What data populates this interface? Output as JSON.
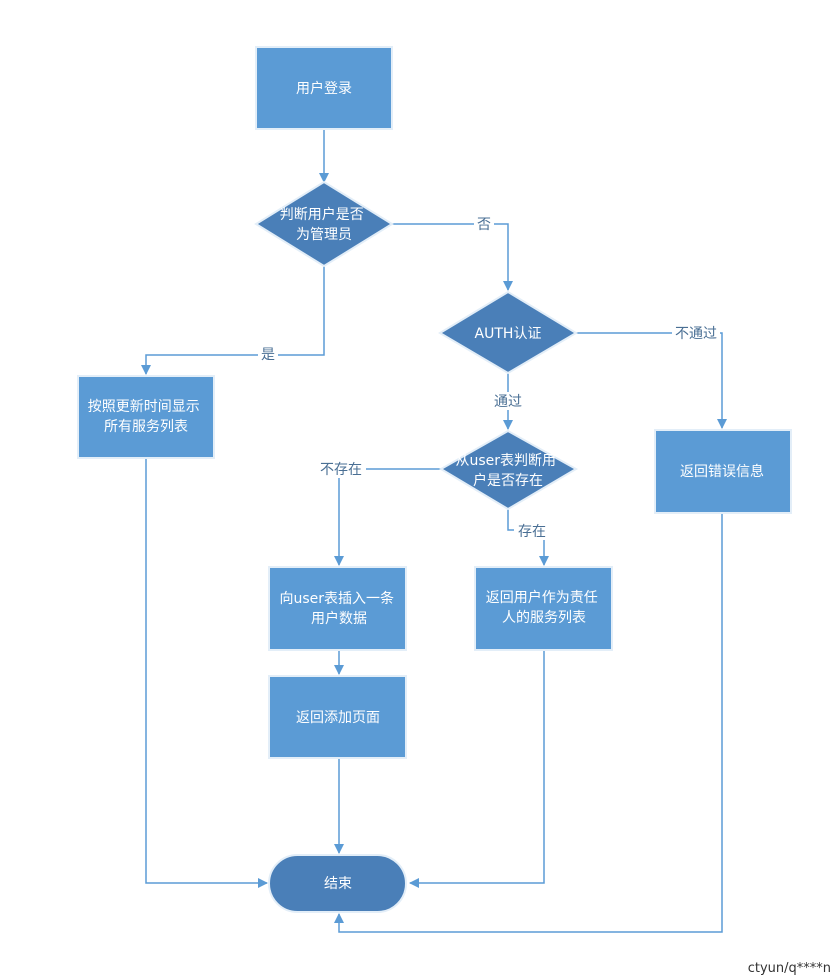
{
  "nodes": {
    "login": [
      "用户登录"
    ],
    "is_admin": [
      "判断用户是否",
      "为管理员"
    ],
    "auth": [
      "AUTH认证"
    ],
    "show_all": [
      "按照更新时间显示",
      "所有服务列表"
    ],
    "user_exists": [
      "从user表判断用",
      "户是否存在"
    ],
    "return_error": [
      "返回错误信息"
    ],
    "insert_user": [
      "向user表插入一条",
      "用户数据"
    ],
    "return_owner_list": [
      "返回用户作为责任",
      "人的服务列表"
    ],
    "return_add_page": [
      "返回添加页面"
    ],
    "end": [
      "结束"
    ]
  },
  "edge_labels": {
    "no": "否",
    "yes": "是",
    "fail": "不通过",
    "pass": "通过",
    "not_exist": "不存在",
    "exist": "存在"
  },
  "watermark": "ctyun/q****n",
  "colors": {
    "node_fill": "#5b9bd5",
    "node_stroke": "#e3eef8",
    "diamond_fill": "#4a7fb8",
    "terminal_fill": "#4a7fb8",
    "edge": "#5b9bd5",
    "label": "#4a6f94"
  }
}
